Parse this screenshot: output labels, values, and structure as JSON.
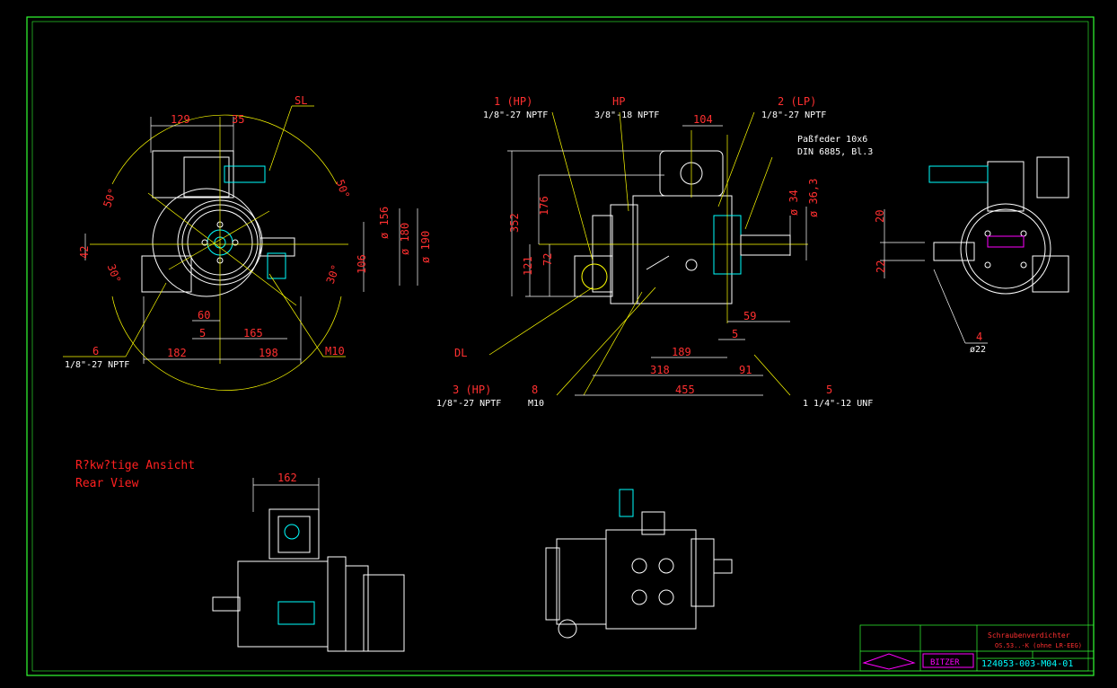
{
  "colors": {
    "border": "#33ff33",
    "geometry": "#ffffff",
    "dimension": "#ff3030",
    "leader": "#ffff00",
    "detail": "#00ffff",
    "logo": "#ff00ff"
  },
  "labels": {
    "SL": "SL",
    "hp1": "1 (HP)",
    "hp1_thread": "1/8\"-27 NPTF",
    "hp": "HP",
    "hp_thread": "3/8\"-18 NPTF",
    "lp2": "2 (LP)",
    "lp2_thread": "1/8\"-27 NPTF",
    "key": "Paßfeder 10x6",
    "key_std": "DIN 6885, Bl.3",
    "six": "6",
    "six_thread": "1/8\"-27 NPTF",
    "m10_left": "M10",
    "DL": "DL",
    "hp3": "3 (HP)",
    "hp3_thread": "1/8\"-27 NPTF",
    "eight": "8",
    "m10_mid": "M10",
    "five": "5",
    "five_thread": "1 1/4\"-12 UNF",
    "four": "4",
    "four_dia": "ø22"
  },
  "dims_left": {
    "d129": "129",
    "d35": "35",
    "a50_l": "50°",
    "a50_r": "50°",
    "d42": "42",
    "a30_l": "30°",
    "a30_r": "30°",
    "d156": "ø 156",
    "d180": "ø 180",
    "d190": "ø 190",
    "d106": "106",
    "d60": "60",
    "d5": "5",
    "d165": "165",
    "d182": "182",
    "d198": "198"
  },
  "dims_mid": {
    "d104": "104",
    "d352": "352",
    "d176": "176",
    "d121": "121",
    "d72": "72",
    "d34": "ø 34",
    "d36": "ø 36,3",
    "d59": "59",
    "d5": "5",
    "d189": "189",
    "d318": "318",
    "d91": "91",
    "d455": "455"
  },
  "dims_right": {
    "d20": "20",
    "d22": "22"
  },
  "dims_bottom": {
    "d162": "162"
  },
  "rear_view": {
    "line1": "R?kw?tige Ansicht",
    "line2": "Rear View"
  },
  "title_block": {
    "product_de": "Schraubenverdichter",
    "product_model": "OS.53..-K (ohne LR-EEG)",
    "drawing_no": "124053-003-M04-01",
    "logo": "BITZER"
  }
}
